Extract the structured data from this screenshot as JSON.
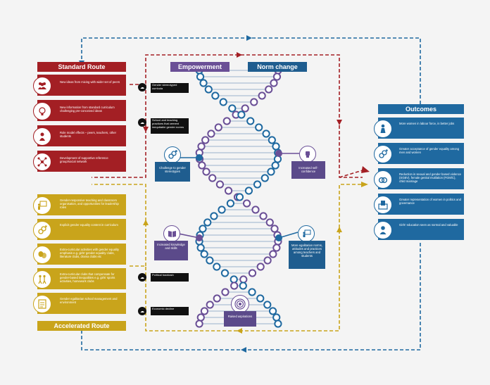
{
  "colors": {
    "standard": "#a31f24",
    "accelerated": "#c9a41b",
    "empowerment": "#6a4f96",
    "norm_change": "#1f5d8f",
    "outcomes": "#1f69a0",
    "helix_purple": "#6a4f96",
    "helix_blue": "#1f69a0"
  },
  "standard_route": {
    "title": "Standard Route",
    "items": [
      {
        "icon": "people-group-icon",
        "text": "New ideas from mixing with wider set of peers"
      },
      {
        "icon": "lightbulb-head-icon",
        "text": "New information from standard curriculum challenging pre-conceived ideas"
      },
      {
        "icon": "role-model-icon",
        "text": "Role model effects – peers, teachers, other students"
      },
      {
        "icon": "network-icon",
        "text": "Development of supportive reference group/social network"
      }
    ]
  },
  "accelerated_route": {
    "title": "Accelerated Route",
    "items": [
      {
        "icon": "teacher-board-icon",
        "text": "Gender-responsive teaching and classroom organisation, and opportunities for leadership roles"
      },
      {
        "icon": "gender-symbols-icon",
        "text": "Explicit gender equality content in curriculum"
      },
      {
        "icon": "theatre-masks-icon",
        "text": "Extra-curricular activities with gender equality emphasis e.g. girls' gender equality clubs, literature clubs, drama clubs etc"
      },
      {
        "icon": "sport-figures-icon",
        "text": "Extra-curricular clubs that compensate for gender-based inequalities e.g. girls' sports activities, homework clubs"
      },
      {
        "icon": "clipboard-icon",
        "text": "Gender egalitarian school management and environment"
      }
    ]
  },
  "helix": {
    "empowerment": "Empowerment",
    "norm_change": "Norm change",
    "challenge": "Challenge to gender stereotypes",
    "knowledge": "Increased knowledge and skills",
    "confidence": "Increased self-confidence",
    "egalitarian": "More egalitarian norms, attitudes and practices among teachers and students",
    "aspirations": "Raised aspirations"
  },
  "blockers": [
    {
      "text": "Gender stereotyped curricula"
    },
    {
      "text": "School and teaching practices that cement inequitable gender norms"
    },
    {
      "text": "Political backlash"
    },
    {
      "text": "Economic decline"
    }
  ],
  "outcomes": {
    "title": "Outcomes",
    "items": [
      {
        "icon": "woman-worker-icon",
        "text": "More women in labour force, in better jobs"
      },
      {
        "icon": "gender-symbols-icon",
        "text": "Greater acceptance of gender equality among men and women"
      },
      {
        "icon": "rings-icon",
        "text": "Reduction in sexual and gender based violence (SGBV), female genital mutilation (FGM/C), child marriage"
      },
      {
        "icon": "ballot-icon",
        "text": "Greater representation of women in politics and governance"
      },
      {
        "icon": "girl-student-icon",
        "text": "Girls' education seen as normal and valuable"
      }
    ]
  }
}
